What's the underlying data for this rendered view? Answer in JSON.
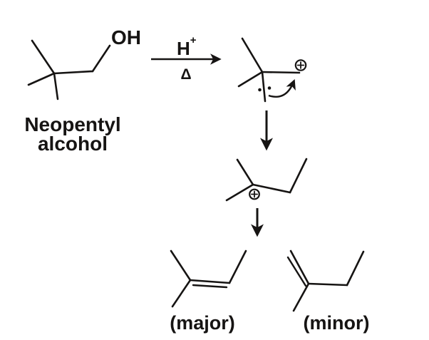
{
  "scheme": {
    "colors": {
      "ink": "#161413",
      "background": "#ffffff"
    },
    "reactant": {
      "hydroxyl_label": "OH",
      "name_line1": "Neopentyl",
      "name_line2": "alcohol"
    },
    "reaction_arrow": {
      "reagent": "H",
      "reagent_charge": "+",
      "condition": "Δ"
    },
    "products": {
      "major_label": "(major)",
      "minor_label": "(minor)"
    },
    "icons": {
      "plus_charge_icon": "⊕",
      "electron_pair_icon": "••",
      "reaction_arrow_icon": "→",
      "step_down_arrow_icon": "↓",
      "methyl_shift_arrow_icon": "↷"
    }
  }
}
